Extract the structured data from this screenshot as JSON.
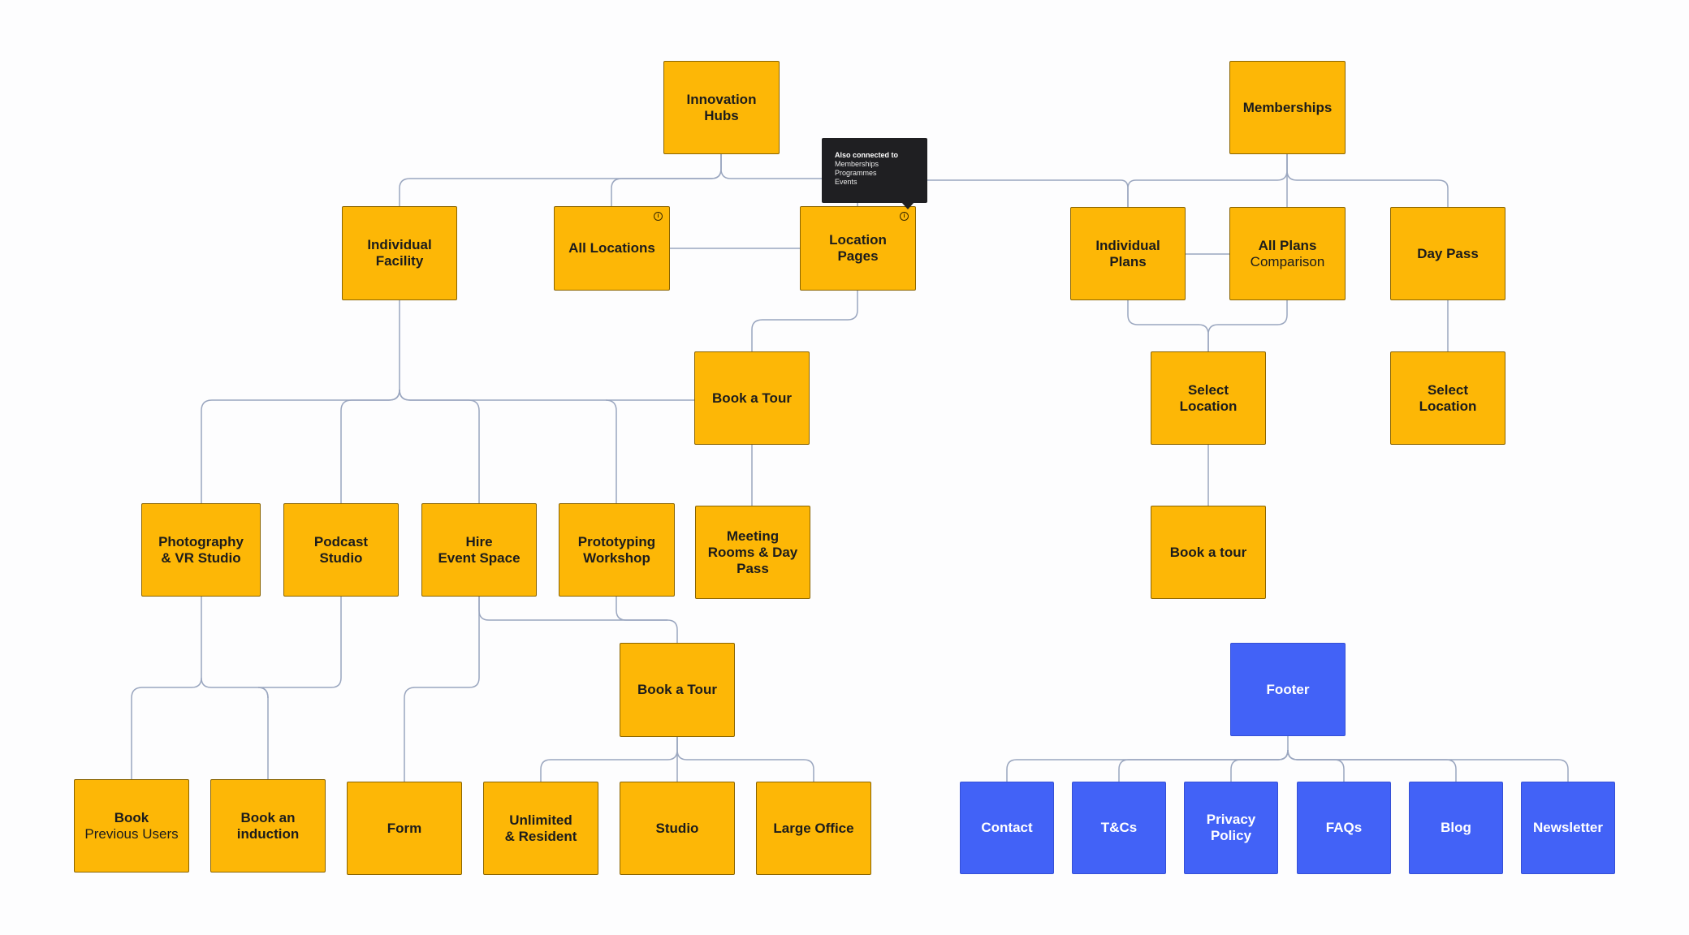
{
  "colors": {
    "node_yellow": "#fdb706",
    "node_blue": "#4262f7",
    "connector": "#9aa6bf"
  },
  "tooltip": {
    "title": "Also connected to",
    "items": [
      "Memberships",
      "Programmes",
      "Events"
    ]
  },
  "nodes": {
    "innovation_hubs": {
      "title": "Innovation\nHubs"
    },
    "memberships": {
      "title": "Memberships"
    },
    "individual_facility": {
      "title": "Individual\nFacility"
    },
    "all_locations": {
      "title": "All Locations"
    },
    "location_pages": {
      "title": "Location\nPages"
    },
    "individual_plans": {
      "title": "Individual\nPlans"
    },
    "all_plans": {
      "title": "All Plans",
      "sub": "Comparison"
    },
    "day_pass": {
      "title": "Day Pass"
    },
    "book_tour_1": {
      "title": "Book a Tour"
    },
    "select_location_1": {
      "title": "Select\nLocation"
    },
    "select_location_2": {
      "title": "Select\nLocation"
    },
    "photography": {
      "title": "Photography\n& VR Studio"
    },
    "podcast": {
      "title": "Podcast\nStudio"
    },
    "hire_event": {
      "title": "Hire\nEvent Space"
    },
    "prototyping": {
      "title": "Prototyping\nWorkshop"
    },
    "meeting_rooms": {
      "title": "Meeting\nRooms & Day\nPass"
    },
    "book_tour_lower": {
      "title": "Book a tour"
    },
    "book_tour_2": {
      "title": "Book a Tour"
    },
    "footer": {
      "title": "Footer"
    },
    "book_previous": {
      "title": "Book",
      "sub": "Previous Users"
    },
    "book_induction": {
      "title": "Book an\ninduction"
    },
    "form": {
      "title": "Form"
    },
    "unlimited": {
      "title": "Unlimited\n& Resident"
    },
    "studio": {
      "title": "Studio"
    },
    "large_office": {
      "title": "Large Office"
    },
    "contact": {
      "title": "Contact"
    },
    "tcs": {
      "title": "T&Cs"
    },
    "privacy": {
      "title": "Privacy\nPolicy"
    },
    "faqs": {
      "title": "FAQs"
    },
    "blog": {
      "title": "Blog"
    },
    "newsletter": {
      "title": "Newsletter"
    }
  }
}
